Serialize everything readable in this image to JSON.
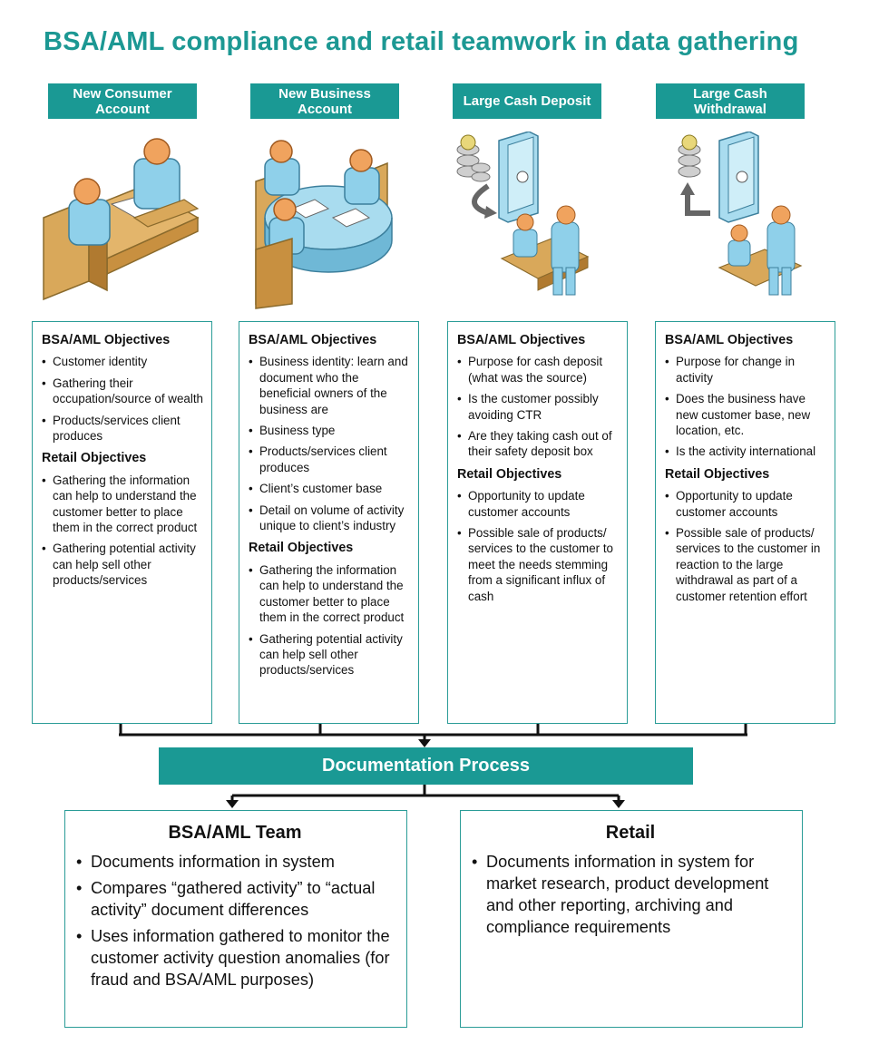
{
  "title": "BSA/AML compliance and retail teamwork in data gathering",
  "colors": {
    "teal": "#1a9994",
    "skin": "#f0a35e",
    "shirt": "#8fd0ea",
    "furniture": "#d9a85a"
  },
  "columns": [
    {
      "header": "New Consumer\nAccount",
      "illustration": "two-people-at-desk-icon",
      "bsa_heading": "BSA/AML Objectives",
      "bsa_items": [
        "Customer identity",
        "Gathering their occupation/source of wealth",
        "Products/services client produces"
      ],
      "retail_heading": "Retail Objectives",
      "retail_items": [
        "Gathering the information can help to understand the customer better to place them in the correct product",
        "Gathering potential activity can help sell other products/services"
      ]
    },
    {
      "header": "New Business\nAccount",
      "illustration": "business-meeting-table-icon",
      "bsa_heading": "BSA/AML Objectives",
      "bsa_items": [
        "Business identity: learn and document who the beneficial owners of the business are",
        "Business type",
        "Products/services client produces",
        "Client’s customer base",
        "Detail on volume of activity unique to client’s industry"
      ],
      "retail_heading": "Retail Objectives",
      "retail_items": [
        "Gathering the information can help to understand the customer better to place them in the correct product",
        "Gathering potential activity can help sell other products/services"
      ]
    },
    {
      "header": "Large Cash Deposit",
      "illustration": "cash-deposit-vault-icon",
      "bsa_heading": "BSA/AML Objectives",
      "bsa_items": [
        "Purpose for cash deposit (what was the source)",
        "Is the customer possibly avoiding CTR",
        "Are they taking cash out of their safety deposit box"
      ],
      "retail_heading": "Retail Objectives",
      "retail_items": [
        "Opportunity to update customer accounts",
        "Possible sale of products/ services to the customer to meet the needs stemming from a significant influx of cash"
      ]
    },
    {
      "header": "Large Cash\nWithdrawal",
      "illustration": "cash-withdrawal-vault-icon",
      "bsa_heading": "BSA/AML Objectives",
      "bsa_items": [
        "Purpose for change in activity",
        "Does the business have new customer base, new location, etc.",
        "Is the activity international"
      ],
      "retail_heading": "Retail Objectives",
      "retail_items": [
        "Opportunity to update customer accounts",
        "Possible sale of products/ services to the customer in reaction to the large withdrawal as part of a customer retention effort"
      ]
    }
  ],
  "documentation": "Documentation Process",
  "bsa_team": {
    "title": "BSA/AML Team",
    "items": [
      "Documents information in system",
      "Compares “gathered activity” to “actual activity” document differences",
      "Uses information gathered to monitor the customer activity question anomalies (for fraud and BSA/AML purposes)"
    ]
  },
  "retail": {
    "title": "Retail",
    "items": [
      "Documents information in system for market research, product development and other reporting, archiving and compliance requirements"
    ]
  }
}
